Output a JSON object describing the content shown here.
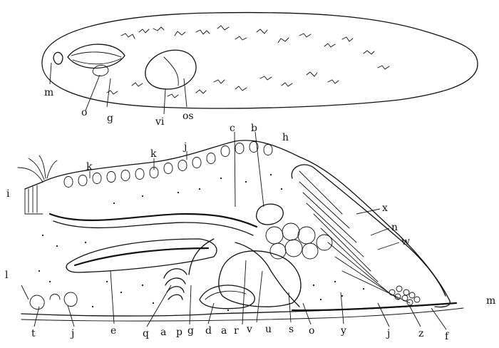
{
  "figure": {
    "top_view_labels": [
      "m",
      "o",
      "g",
      "vi",
      "os"
    ],
    "section_labels": {
      "top": [
        "c",
        "b",
        "h",
        "k",
        "j",
        "k"
      ],
      "left": [
        "i",
        "l"
      ],
      "right": [
        "x",
        "n",
        "w",
        "m"
      ],
      "bottom": [
        "t",
        "j",
        "e",
        "q",
        "a",
        "p",
        "g",
        "d",
        "a",
        "r",
        "v",
        "u",
        "s",
        "o",
        "y",
        "j",
        "z",
        "f"
      ]
    }
  }
}
